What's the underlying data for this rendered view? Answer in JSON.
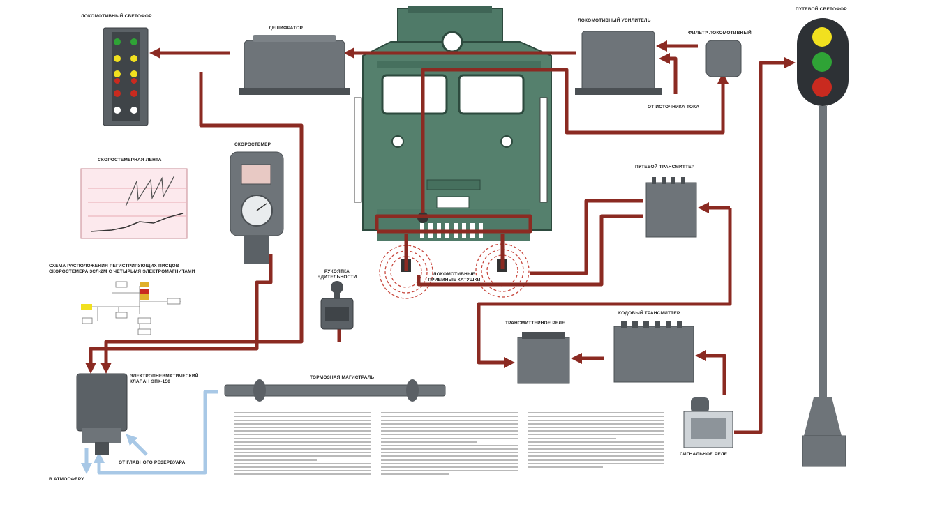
{
  "labels": {
    "loco_signal": "ЛОКОМОТИВНЫЙ СВЕТОФОР",
    "decoder": "ДЕШИФРАТОР",
    "loco_amplifier": "ЛОКОМОТИВНЫЙ УСИЛИТЕЛЬ",
    "loco_filter": "ФИЛЬТР ЛОКОМОТИВНЫЙ",
    "from_power_source": "ОТ ИСТОЧНИКА ТОКА",
    "track_signal": "ПУТЕВОЙ СВЕТОФОР",
    "speedometer_tape": "СКОРОСТЕМЕРНАЯ ЛЕНТА",
    "speedometer": "СКОРОСТЕМЕР",
    "pens_scheme": "СХЕМА РАСПОЛОЖЕНИЯ РЕГИСТРИРУЮЩИХ ПИСЦОВ СКОРОСТЕМЕРА 3СЛ-2М С ЧЕТЫРЬМЯ ЭЛЕКТРОМАГНИТАМИ",
    "track_transmitter": "ПУТЕВОЙ ТРАНСМИТТЕР",
    "vigilance_handle": "РУКОЯТКА БДИТЕЛЬНОСТИ",
    "receiver_coils": "ЛОКОМОТИВНЫЕ ПРИЕМНЫЕ КАТУШКИ",
    "transmitter_relay": "ТРАНСМИТТЕРНОЕ РЕЛЕ",
    "code_transmitter": "КОДОВЫЙ ТРАНСМИТТЕР",
    "epk_valve": "ЭЛЕКТРОПНЕВМАТИЧЕСКИЙ КЛАПАН ЭПК-150",
    "brake_line": "ТОРМОЗНАЯ МАГИСТРАЛЬ",
    "to_atmosphere": "В АТМОСФЕРУ",
    "from_main_reservoir": "ОТ ГЛАВНОГО РЕЗЕРВУАРА",
    "signal_relay": "СИГНАЛЬНОЕ РЕЛЕ"
  },
  "colors": {
    "wire": "#8b2a22",
    "loco_body": "#4f7a68",
    "equipment": "#6e7479",
    "pneumatic": "#a8c8e6",
    "signal_yellow": "#f1e01f",
    "signal_green": "#2fa336",
    "signal_red": "#c92a1f",
    "signal_white": "#ffffff"
  },
  "loco_signal_lamps": [
    "green",
    "yellow",
    "yellow-red",
    "red",
    "white"
  ],
  "track_signal_lamps": [
    "yellow",
    "green",
    "red"
  ]
}
